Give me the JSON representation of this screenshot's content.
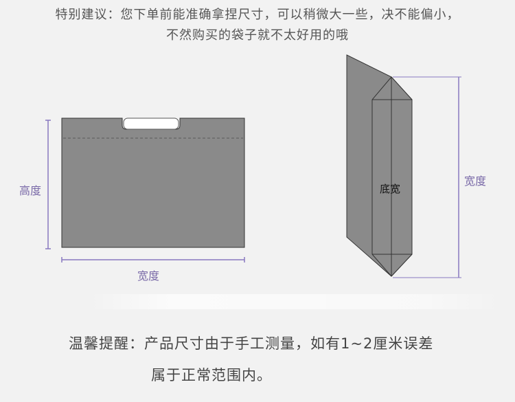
{
  "header": {
    "line1": "特别建议：您下单前能准确拿捏尺寸，可以稍微大一些，决不能偏小，",
    "line2": "不然购买的袋子就不太好用的哦"
  },
  "front_view": {
    "height_label": "高度",
    "width_label": "宽度"
  },
  "side_view": {
    "bottom_width_label": "底宽",
    "width_label": "宽度"
  },
  "reminder": {
    "line1": "温馨提醒：产品尺寸由于手工测量，如有1~2厘米误差",
    "line2": "属于正常范围内。"
  },
  "colors": {
    "bag_fill": "#8a8a8a",
    "bag_stroke": "#333333",
    "dimension_line": "#8878c0",
    "background": "#f2f2f2"
  }
}
